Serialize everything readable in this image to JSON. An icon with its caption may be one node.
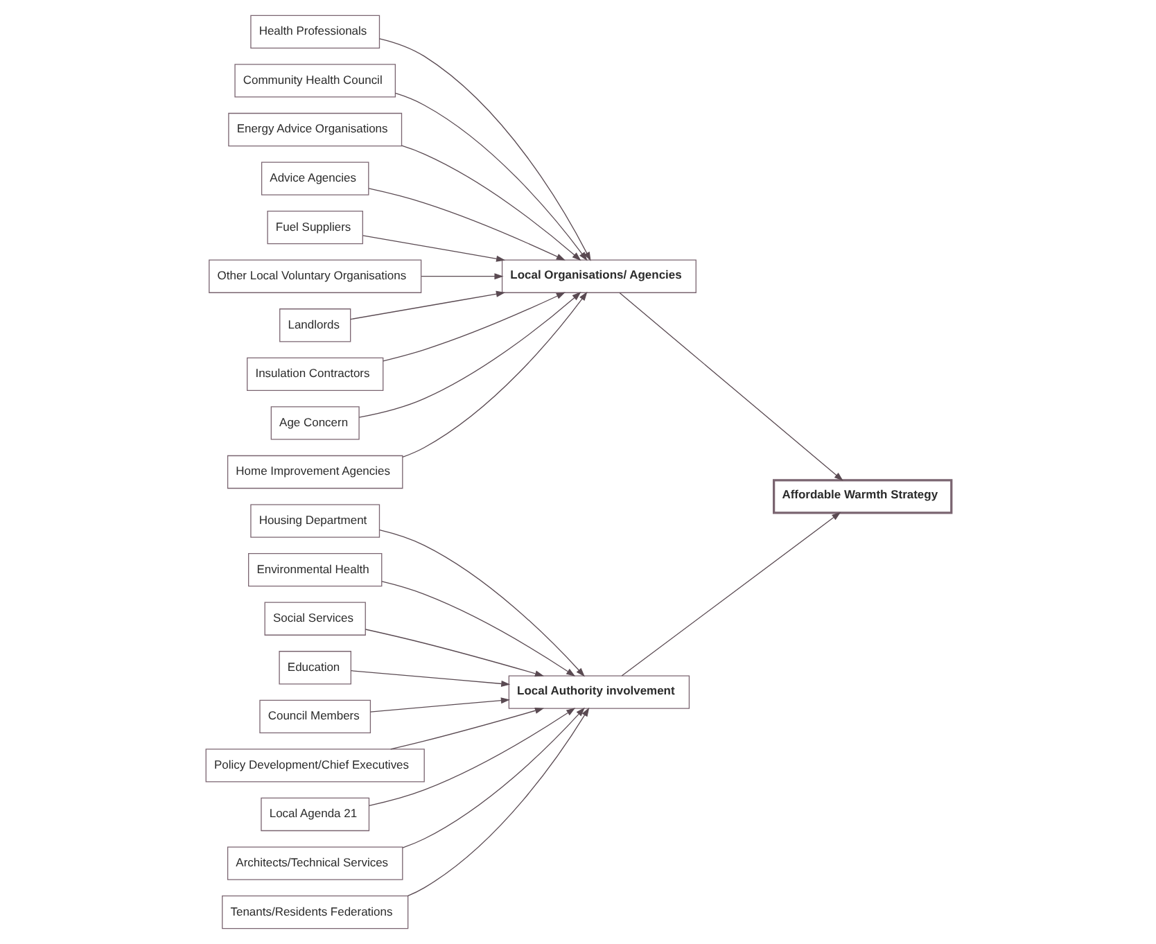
{
  "diagram": {
    "nodes": [
      {
        "text": [
          "Housing Department"
        ]
      },
      {
        "text": [
          "Environmental Health"
        ]
      },
      {
        "text": [
          "Social Services"
        ]
      },
      {
        "text": [
          "Education"
        ]
      },
      {
        "text": [
          "Council Members"
        ]
      },
      {
        "text": [
          "Policy Development/Chief Executives"
        ]
      },
      {
        "text": [
          "Local Agenda 21"
        ]
      },
      {
        "text": [
          "Architects/Technical Services"
        ]
      },
      {
        "text": [
          "Tenants/Residents Federations"
        ]
      },
      {
        "text": [
          "Local Authority involvement"
        ]
      },
      {
        "text": [
          "Affordable Warmth Strategy"
        ]
      },
      {
        "text": [
          "Health Professionals"
        ]
      },
      {
        "text": [
          "Community Health Council"
        ]
      },
      {
        "text": [
          "Energy Advice Organisations"
        ]
      },
      {
        "text": [
          "Advice Agencies"
        ]
      },
      {
        "text": [
          "Fuel Suppliers"
        ]
      },
      {
        "text": [
          "Other Local Voluntary Organisations"
        ]
      },
      {
        "text": [
          "Landlords"
        ]
      },
      {
        "text": [
          "Insulation Contractors"
        ]
      },
      {
        "text": [
          "Age Concern"
        ]
      },
      {
        "text": [
          "Home Improvement Agencies"
        ]
      },
      {
        "text": [
          "Local Organisations/ Agencies"
        ]
      }
    ],
    "edges": [
      {
        "from": 0,
        "to": 9,
        "arrow": "to"
      },
      {
        "from": 1,
        "to": 9,
        "arrow": "to"
      },
      {
        "from": 2,
        "to": 9,
        "arrow": "to"
      },
      {
        "from": 3,
        "to": 9,
        "arrow": "to"
      },
      {
        "from": 4,
        "to": 9,
        "arrow": "to"
      },
      {
        "from": 5,
        "to": 9,
        "arrow": "to"
      },
      {
        "from": 6,
        "to": 9,
        "arrow": "to"
      },
      {
        "from": 7,
        "to": 9,
        "arrow": "to"
      },
      {
        "from": 8,
        "to": 9,
        "arrow": "to"
      },
      {
        "from": 9,
        "to": 10,
        "arrow": "to"
      },
      {
        "from": 21,
        "to": 10,
        "arrow": "to"
      },
      {
        "from": 11,
        "to": 21,
        "arrow": "to"
      },
      {
        "from": 12,
        "to": 21,
        "arrow": "to"
      },
      {
        "from": 13,
        "to": 21,
        "arrow": "to"
      },
      {
        "from": 14,
        "to": 21,
        "arrow": "to"
      },
      {
        "from": 15,
        "to": 21,
        "arrow": "to"
      },
      {
        "from": 16,
        "to": 21,
        "arrow": "to"
      },
      {
        "from": 17,
        "to": 21,
        "arrow": "to"
      },
      {
        "from": 18,
        "to": 21,
        "arrow": "to"
      },
      {
        "from": 19,
        "to": 21,
        "arrow": "to"
      },
      {
        "from": 20,
        "to": 21,
        "arrow": "to"
      }
    ]
  }
}
